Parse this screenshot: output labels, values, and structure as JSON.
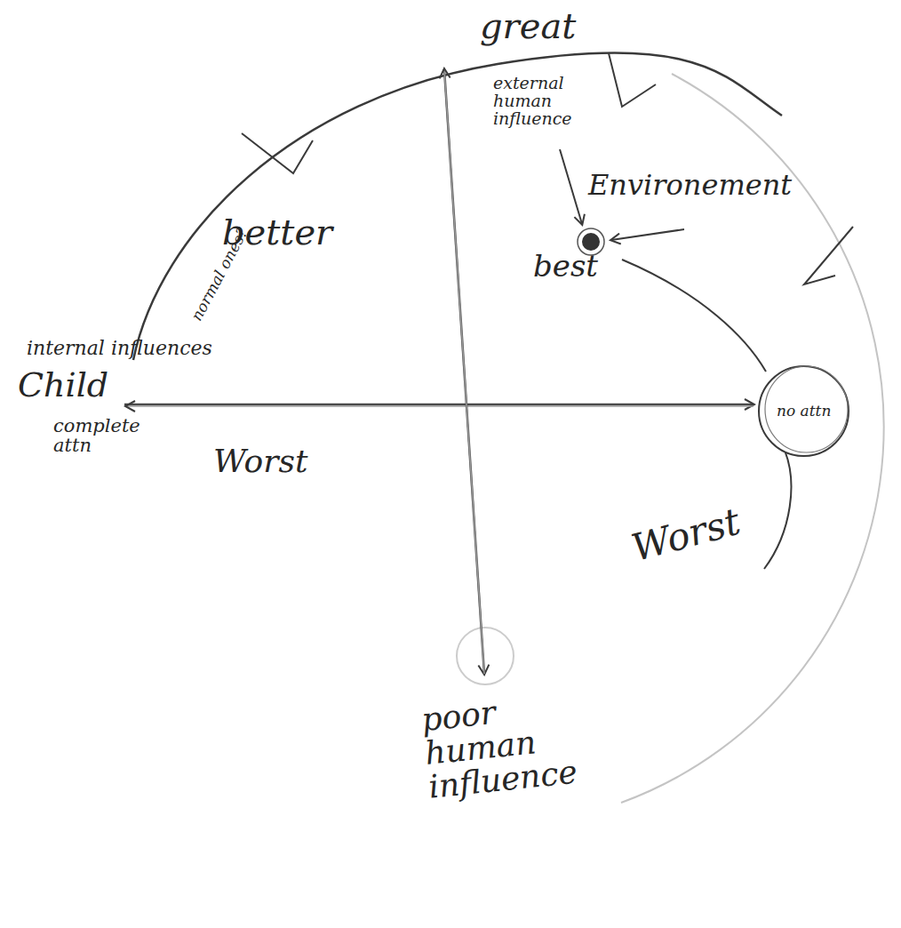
{
  "diagram": {
    "nodes": [
      {
        "text": [
          "no attn"
        ]
      }
    ],
    "labels": [
      "great",
      "external human influence",
      "normal ones?",
      "better",
      "Environement",
      "best",
      "internal influences",
      "Child",
      "complete attn",
      "Worst",
      "Worst",
      "poor human influence"
    ]
  }
}
